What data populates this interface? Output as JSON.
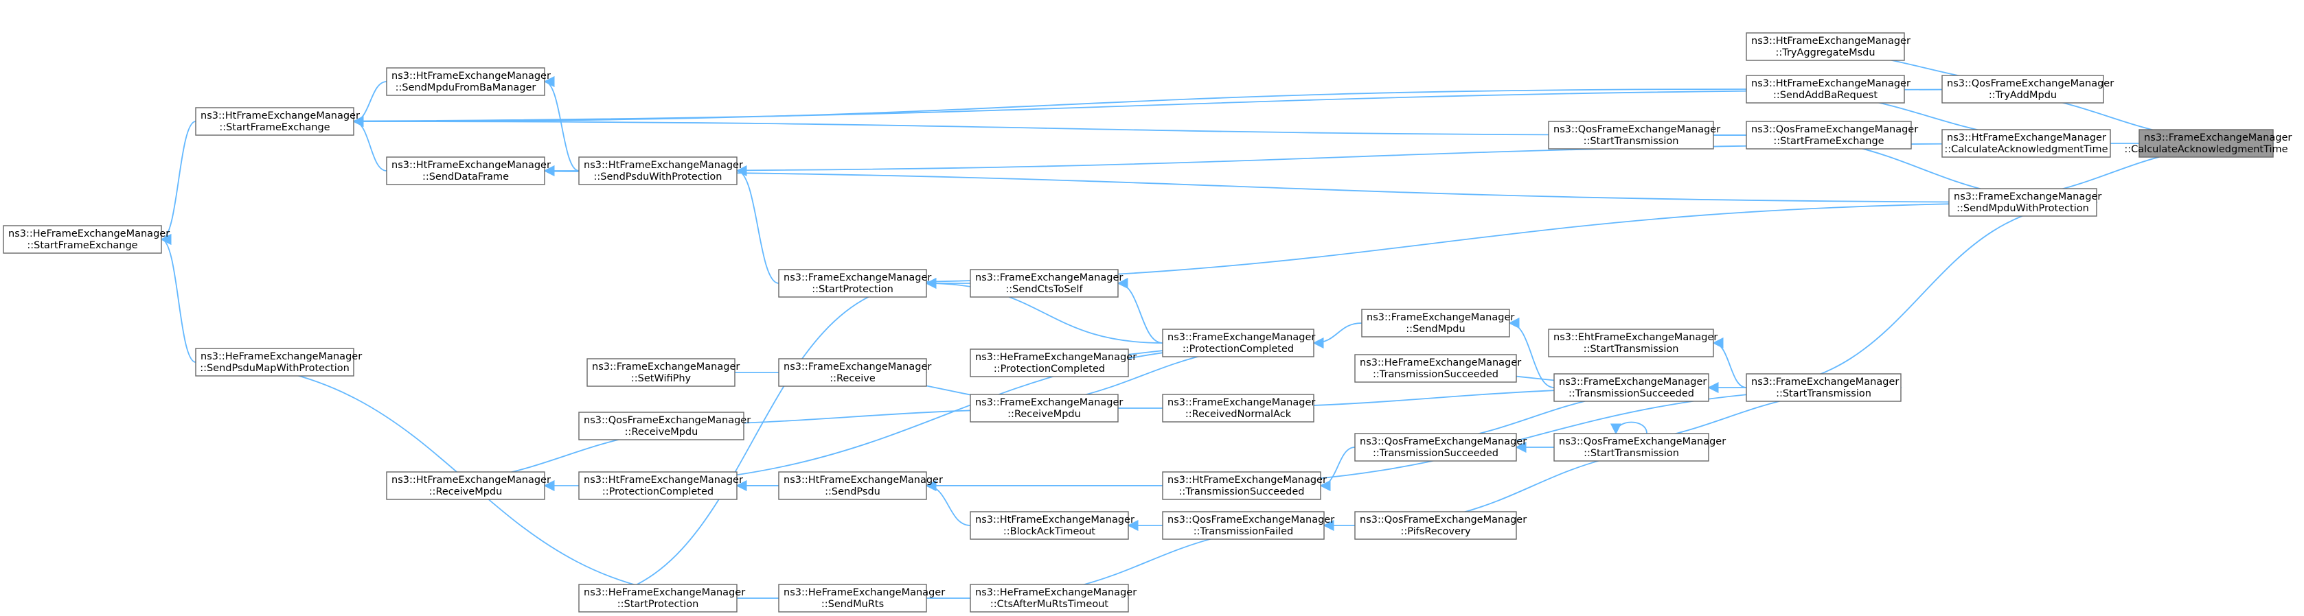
{
  "graph": {
    "title": "",
    "edge_color": "#63b8ff",
    "root_fill": "#999999",
    "node_stroke": "#666666",
    "nodes": [
      {
        "id": "root",
        "line1": "ns3::FrameExchangeManager",
        "line2": "::CalculateAcknowledgmentTime",
        "root": true
      },
      {
        "id": "hetry",
        "line1": "ns3::HtFrameExchangeManager",
        "line2": "::TryAggregateMsdu"
      },
      {
        "id": "qostry",
        "line1": "ns3::QosFrameExchangeManager",
        "line2": "::TryAddMpdu"
      },
      {
        "id": "htsendaddba",
        "line1": "ns3::HtFrameExchangeManager",
        "line2": "::SendAddBaRequest"
      },
      {
        "id": "htcalc",
        "line1": "ns3::HtFrameExchangeManager",
        "line2": "::CalculateAcknowledgmentTime"
      },
      {
        "id": "qosstartfx",
        "line1": "ns3::QosFrameExchangeManager",
        "line2": "::StartFrameExchange"
      },
      {
        "id": "qosstarttx_l",
        "line1": "ns3::QosFrameExchangeManager",
        "line2": "::StartTransmission"
      },
      {
        "id": "fesendmpduwp",
        "line1": "ns3::FrameExchangeManager",
        "line2": "::SendMpduWithProtection"
      },
      {
        "id": "htsendfromba",
        "line1": "ns3::HtFrameExchangeManager",
        "line2": "::SendMpduFromBaManager"
      },
      {
        "id": "htstartfx",
        "line1": "ns3::HtFrameExchangeManager",
        "line2": "::StartFrameExchange"
      },
      {
        "id": "htsenddata",
        "line1": "ns3::HtFrameExchangeManager",
        "line2": "::SendDataFrame"
      },
      {
        "id": "htsendpsduwp",
        "line1": "ns3::HtFrameExchangeManager",
        "line2": "::SendPsduWithProtection"
      },
      {
        "id": "hestartfx",
        "line1": "ns3::HeFrameExchangeManager",
        "line2": "::StartFrameExchange"
      },
      {
        "id": "festartprot",
        "line1": "ns3::FrameExchangeManager",
        "line2": "::StartProtection"
      },
      {
        "id": "fesendcts",
        "line1": "ns3::FrameExchangeManager",
        "line2": "::SendCtsToSelf"
      },
      {
        "id": "fesendmpdu",
        "line1": "ns3::FrameExchangeManager",
        "line2": "::SendMpdu"
      },
      {
        "id": "feprotcomp",
        "line1": "ns3::FrameExchangeManager",
        "line2": "::ProtectionCompleted"
      },
      {
        "id": "ehtstarttx",
        "line1": "ns3::EhtFrameExchangeManager",
        "line2": "::StartTransmission"
      },
      {
        "id": "hepsdumap",
        "line1": "ns3::HeFrameExchangeManager",
        "line2": "::SendPsduMapWithProtection"
      },
      {
        "id": "heprotcomp",
        "line1": "ns3::HeFrameExchangeManager",
        "line2": "::ProtectionCompleted"
      },
      {
        "id": "hetxsucc",
        "line1": "ns3::HeFrameExchangeManager",
        "line2": "::TransmissionSucceeded"
      },
      {
        "id": "fetxsucc",
        "line1": "ns3::FrameExchangeManager",
        "line2": "::TransmissionSucceeded"
      },
      {
        "id": "festarttx",
        "line1": "ns3::FrameExchangeManager",
        "line2": "::StartTransmission"
      },
      {
        "id": "fesetwifiphy",
        "line1": "ns3::FrameExchangeManager",
        "line2": "::SetWifiPhy"
      },
      {
        "id": "fereceive",
        "line1": "ns3::FrameExchangeManager",
        "line2": "::Receive"
      },
      {
        "id": "fereceivempdu",
        "line1": "ns3::FrameExchangeManager",
        "line2": "::ReceiveMpdu"
      },
      {
        "id": "ferecvnormalack",
        "line1": "ns3::FrameExchangeManager",
        "line2": "::ReceivedNormalAck"
      },
      {
        "id": "qosreceivempdu",
        "line1": "ns3::QosFrameExchangeManager",
        "line2": "::ReceiveMpdu"
      },
      {
        "id": "qostxsucc",
        "line1": "ns3::QosFrameExchangeManager",
        "line2": "::TransmissionSucceeded"
      },
      {
        "id": "qosstarttx_r",
        "line1": "ns3::QosFrameExchangeManager",
        "line2": "::StartTransmission"
      },
      {
        "id": "htreceivempdu",
        "line1": "ns3::HtFrameExchangeManager",
        "line2": "::ReceiveMpdu"
      },
      {
        "id": "htprotcomp",
        "line1": "ns3::HtFrameExchangeManager",
        "line2": "::ProtectionCompleted"
      },
      {
        "id": "htsendpsdu",
        "line1": "ns3::HtFrameExchangeManager",
        "line2": "::SendPsdu"
      },
      {
        "id": "httxsucc",
        "line1": "ns3::HtFrameExchangeManager",
        "line2": "::TransmissionSucceeded"
      },
      {
        "id": "htblockack",
        "line1": "ns3::HtFrameExchangeManager",
        "line2": "::BlockAckTimeout"
      },
      {
        "id": "qostxfail",
        "line1": "ns3::QosFrameExchangeManager",
        "line2": "::TransmissionFailed"
      },
      {
        "id": "qospifs",
        "line1": "ns3::QosFrameExchangeManager",
        "line2": "::PifsRecovery"
      },
      {
        "id": "hestartprot",
        "line1": "ns3::HeFrameExchangeManager",
        "line2": "::StartProtection"
      },
      {
        "id": "hesendmurts",
        "line1": "ns3::HeFrameExchangeManager",
        "line2": "::SendMuRts"
      },
      {
        "id": "hectsafter",
        "line1": "ns3::HeFrameExchangeManager",
        "line2": "::CtsAfterMuRtsTimeout"
      }
    ],
    "edges": [
      [
        "qostry",
        "root"
      ],
      [
        "htcalc",
        "root"
      ],
      [
        "fesendmpduwp",
        "root"
      ],
      [
        "hetry",
        "qostry"
      ],
      [
        "htstartfx",
        "qostry"
      ],
      [
        "htsendaddba",
        "htcalc"
      ],
      [
        "htsendpsduwp",
        "htcalc"
      ],
      [
        "htsendaddba",
        "htstartfx"
      ],
      [
        "qosstartfx",
        "htstartfx"
      ],
      [
        "qosstarttx_l",
        "qosstartfx"
      ],
      [
        "qosstartfx",
        "fesendmpduwp"
      ],
      [
        "htsenddata",
        "fesendmpduwp"
      ],
      [
        "festartprot",
        "fesendmpduwp"
      ],
      [
        "festarttx",
        "fesendmpduwp"
      ],
      [
        "htsendfromba",
        "htstartfx"
      ],
      [
        "htsenddata",
        "htstartfx"
      ],
      [
        "htstartfx",
        "hestartfx"
      ],
      [
        "htsendpsduwp",
        "htsenddata"
      ],
      [
        "htsendpsduwp",
        "htsendfromba"
      ],
      [
        "hepsdumap",
        "hestartfx"
      ],
      [
        "festartprot",
        "htsendpsduwp"
      ],
      [
        "fesendcts",
        "festartprot"
      ],
      [
        "feprotcomp",
        "festartprot"
      ],
      [
        "hestartprot",
        "festartprot"
      ],
      [
        "feprotcomp",
        "fesendcts"
      ],
      [
        "fesendmpdu",
        "feprotcomp"
      ],
      [
        "heprotcomp",
        "feprotcomp"
      ],
      [
        "fereceivempdu",
        "feprotcomp"
      ],
      [
        "htprotcomp",
        "feprotcomp"
      ],
      [
        "fetxsucc",
        "fesendmpdu"
      ],
      [
        "festarttx",
        "ehtstarttx"
      ],
      [
        "festarttx",
        "fetxsucc"
      ],
      [
        "hetxsucc",
        "fetxsucc"
      ],
      [
        "ferecvnormalack",
        "fetxsucc"
      ],
      [
        "qostxsucc",
        "fetxsucc"
      ],
      [
        "qosstarttx_r",
        "festarttx"
      ],
      [
        "httxsucc",
        "festarttx"
      ],
      [
        "qosstarttx_r",
        "qosstarttx_r"
      ],
      [
        "qosstarttx_r",
        "qostxsucc"
      ],
      [
        "qospifs",
        "qosstarttx_r"
      ],
      [
        "fereceivempdu",
        "ferecvnormalack"
      ],
      [
        "fereceive",
        "fereceivempdu"
      ],
      [
        "fesetwifiphy",
        "fereceive"
      ],
      [
        "qosreceivempdu",
        "fereceivempdu"
      ],
      [
        "htreceivempdu",
        "qosreceivempdu"
      ],
      [
        "qostxsucc",
        "httxsucc"
      ],
      [
        "httxsucc",
        "htsendpsdu"
      ],
      [
        "httxsucc",
        "htreceivempdu"
      ],
      [
        "htblockack",
        "htsendpsdu"
      ],
      [
        "htsendpsdu",
        "htprotcomp"
      ],
      [
        "qostxfail",
        "htblockack"
      ],
      [
        "qospifs",
        "qostxfail"
      ],
      [
        "hectsafter",
        "qostxfail"
      ],
      [
        "hesendmurts",
        "hectsafter"
      ],
      [
        "hestartprot",
        "hesendmurts"
      ],
      [
        "hepsdumap",
        "hestartprot"
      ]
    ]
  }
}
